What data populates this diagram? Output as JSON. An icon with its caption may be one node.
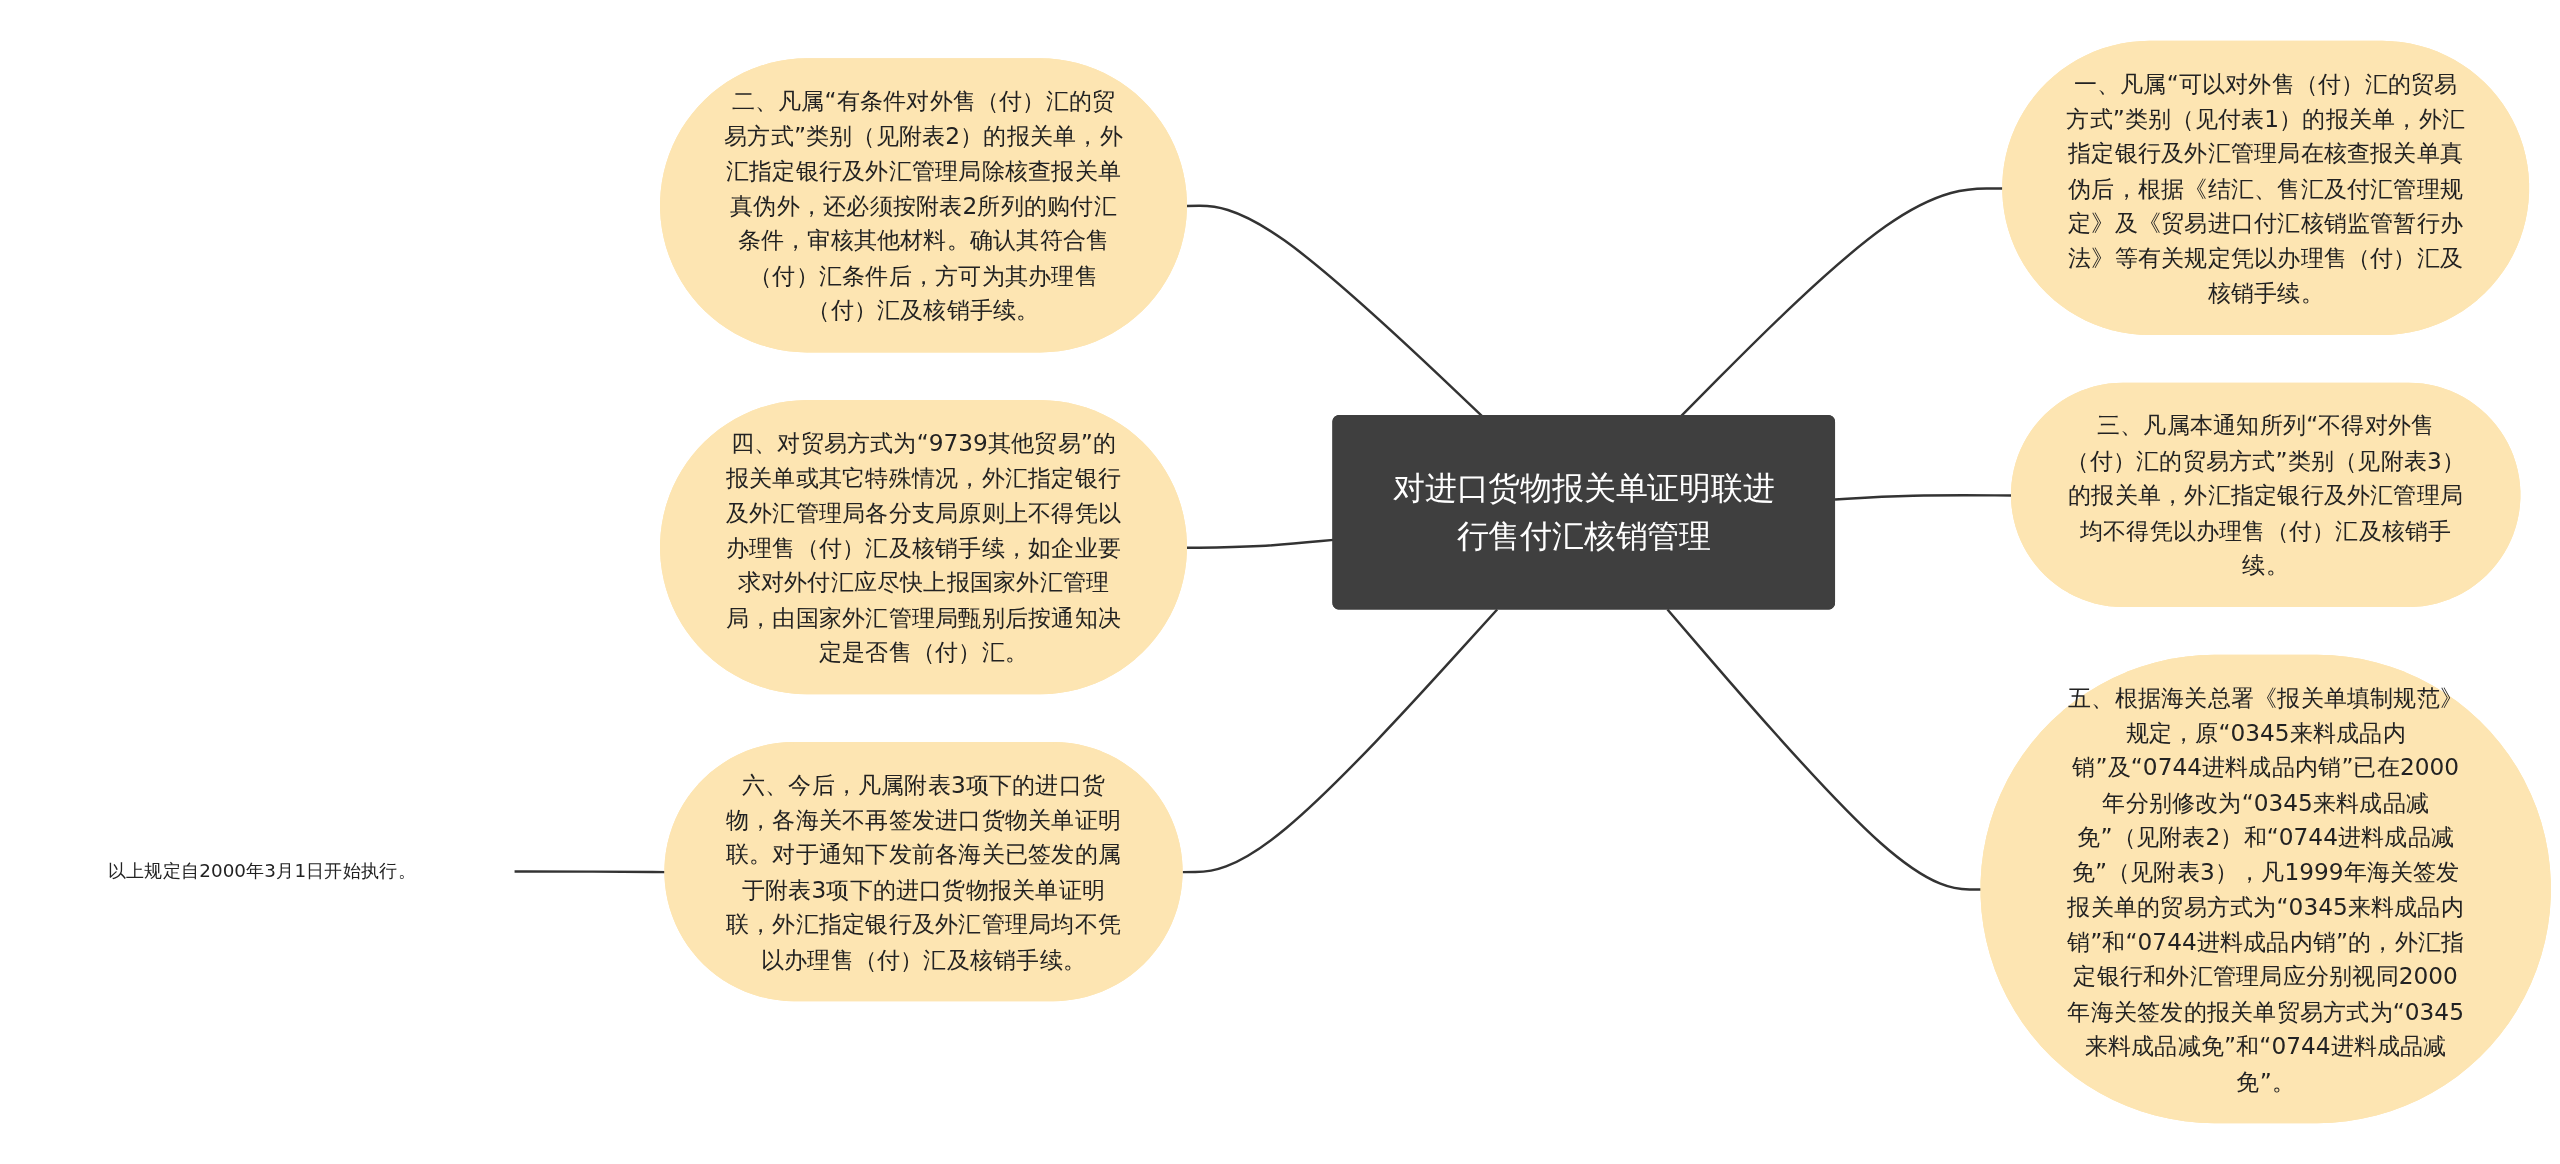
{
  "diagram": {
    "nodes": [
      {
        "text": [
          "对进口货物报关单证明联进行售付汇核销管理"
        ]
      },
      {
        "text": [
          "一、凡属“可以对外售（付）汇的贸易方式”类别（见付表1）的报关单，外汇指定银行及外汇管理局在核查报关单真伪后，根据《结汇、售汇及付汇管理规定》及《贸易进口付汇核销监管暂行办法》等有关规定凭以办理售（付）汇及核销手续。"
        ]
      },
      {
        "text": [
          "二、凡属“有条件对外售（付）汇的贸易方式”类别（见附表2）的报关单，外汇指定银行及外汇管理局除核查报关单真伪外，还必须按附表2所列的购付汇条件，审核其他材料。确认其符合售（付）汇条件后，方可为其办理售（付）汇及核销手续。"
        ]
      },
      {
        "text": [
          "三、凡属本通知所列“不得对外售（付）汇的贸易方式”类别（见附表3）的报关单，外汇指定银行及外汇管理局均不得凭以办理售（付）汇及核销手续。"
        ]
      },
      {
        "text": [
          "四、对贸易方式为“9739其他贸易”的报关单或其它特殊情况，外汇指定银行及外汇管理局各分支局原则上不得凭以办理售（付）汇及核销手续，如企业要求对外付汇应尽快上报国家外汇管理局，由国家外汇管理局甄别后按通知决定是否售（付）汇。"
        ]
      },
      {
        "text": [
          "五、根据海关总署《报关单填制规范》规定，原“0345来料成品内销”及“0744进料成品内销”已在2000年分别修改为“0345来料成品减免”（见附表2）和“0744进料成品减免”（见附表3），凡1999年海关签发报关单的贸易方式为“0345来料成品内销”和“0744进料成品内销”的，外汇指定银行和外汇管理局应分别视同2000年海关签发的报关单贸易方式为“0345来料成品减免”和“0744进料成品减免”。"
        ]
      },
      {
        "text": [
          "六、今后，凡属附表3项下的进口货物，各海关不再签发进口货物关单证明联。对于通知下发前各海关已签发的属于附表3项下的进口货物报关单证明联，外汇指定银行及外汇管理局均不凭以办理售（付）汇及核销手续。"
        ]
      },
      {
        "text": [
          "以上规定自2000年3月1日开始执行。"
        ]
      }
    ],
    "edges": [
      {
        "from": 0,
        "to": 1,
        "arrow": "none"
      },
      {
        "from": 0,
        "to": 2,
        "arrow": "none"
      },
      {
        "from": 0,
        "to": 3,
        "arrow": "none"
      },
      {
        "from": 0,
        "to": 4,
        "arrow": "none"
      },
      {
        "from": 0,
        "to": 5,
        "arrow": "none"
      },
      {
        "from": 0,
        "to": 6,
        "arrow": "none"
      },
      {
        "from": 6,
        "to": 7,
        "arrow": "none"
      }
    ]
  }
}
